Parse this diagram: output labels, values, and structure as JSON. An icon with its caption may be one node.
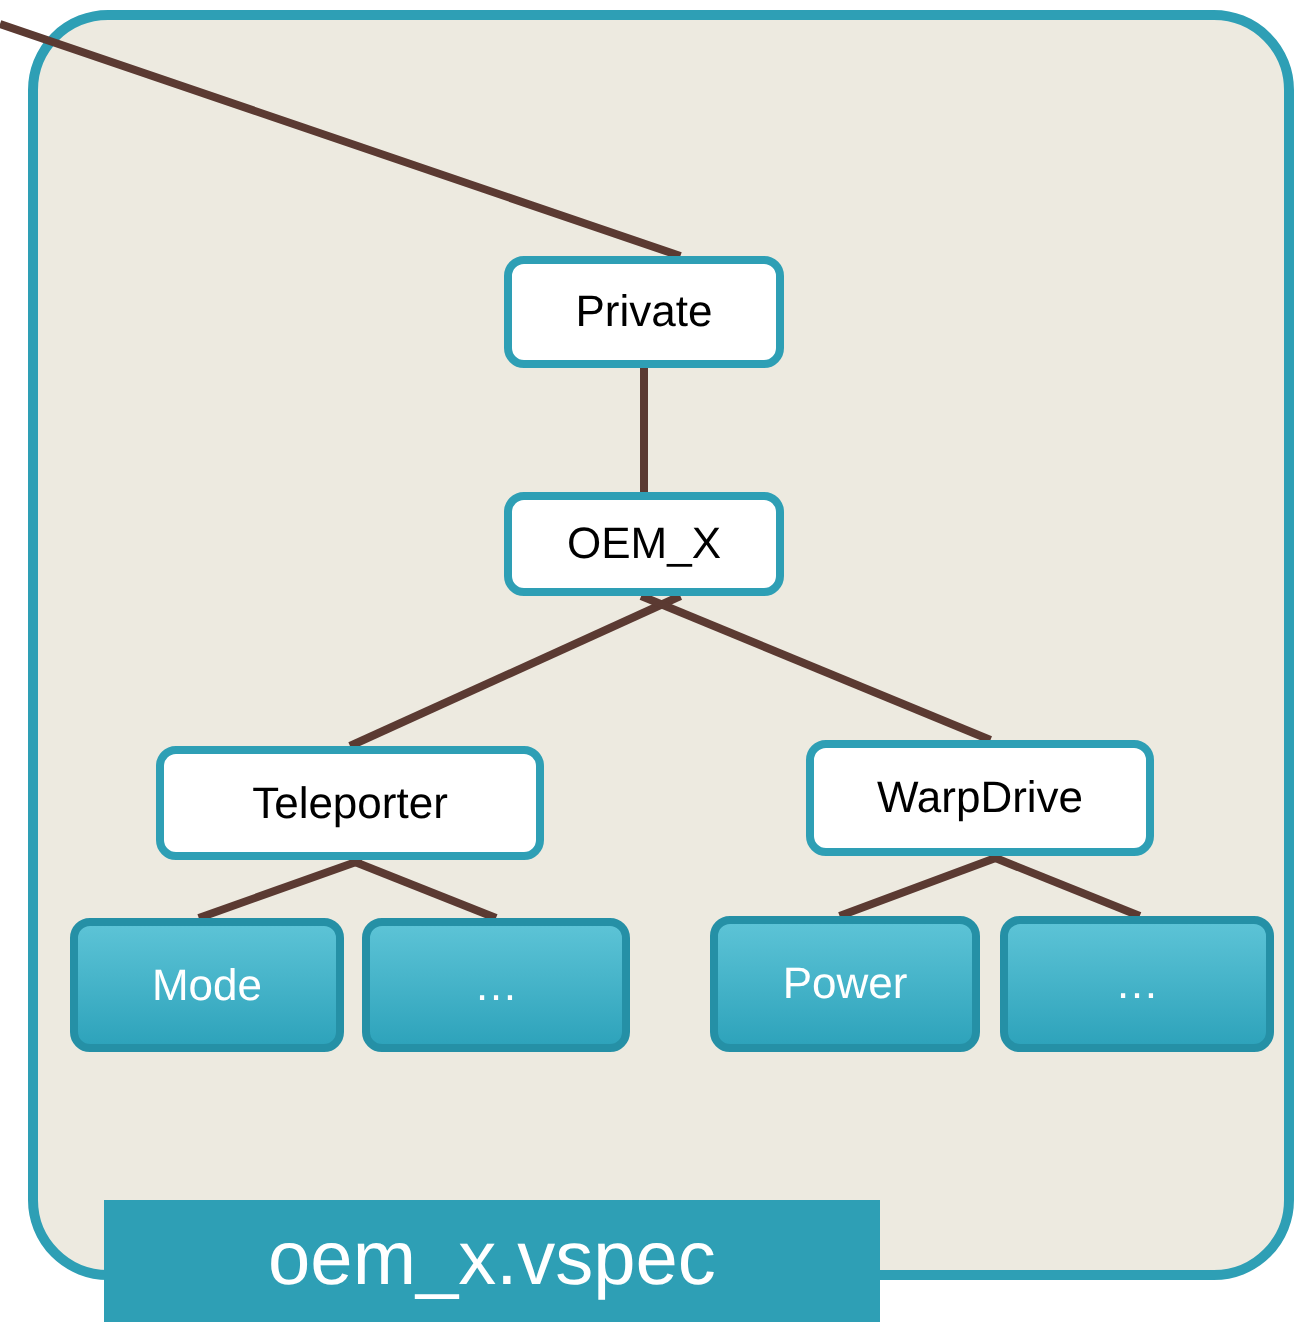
{
  "diagram": {
    "nodes": [
      {
        "text": [],
        "shape": "box"
      },
      {
        "text": [
          "oem_x.vspec"
        ]
      },
      {
        "text": [
          "Private"
        ],
        "in": 0
      },
      {
        "text": [
          "OEM_X"
        ],
        "in": 0
      },
      {
        "text": [
          "Teleporter"
        ],
        "in": 0
      },
      {
        "text": [
          "WarpDrive"
        ],
        "in": 0
      },
      {
        "text": [
          "Mode"
        ],
        "in": 0
      },
      {
        "text": [
          "…"
        ],
        "in": 0
      },
      {
        "text": [
          "Power"
        ],
        "in": 0
      },
      {
        "text": [
          "…"
        ],
        "in": 0
      }
    ],
    "edges": [
      {
        "from": null,
        "to": 2,
        "arrow": "none"
      },
      {
        "from": 2,
        "to": 3,
        "arrow": "none"
      },
      {
        "from": 3,
        "to": 4,
        "arrow": "none"
      },
      {
        "from": 3,
        "to": 5,
        "arrow": "none"
      },
      {
        "from": 4,
        "to": 6,
        "arrow": "none"
      },
      {
        "from": 4,
        "to": 7,
        "arrow": "none"
      },
      {
        "from": 5,
        "to": 8,
        "arrow": "none"
      },
      {
        "from": 5,
        "to": 9,
        "arrow": "none"
      }
    ]
  }
}
